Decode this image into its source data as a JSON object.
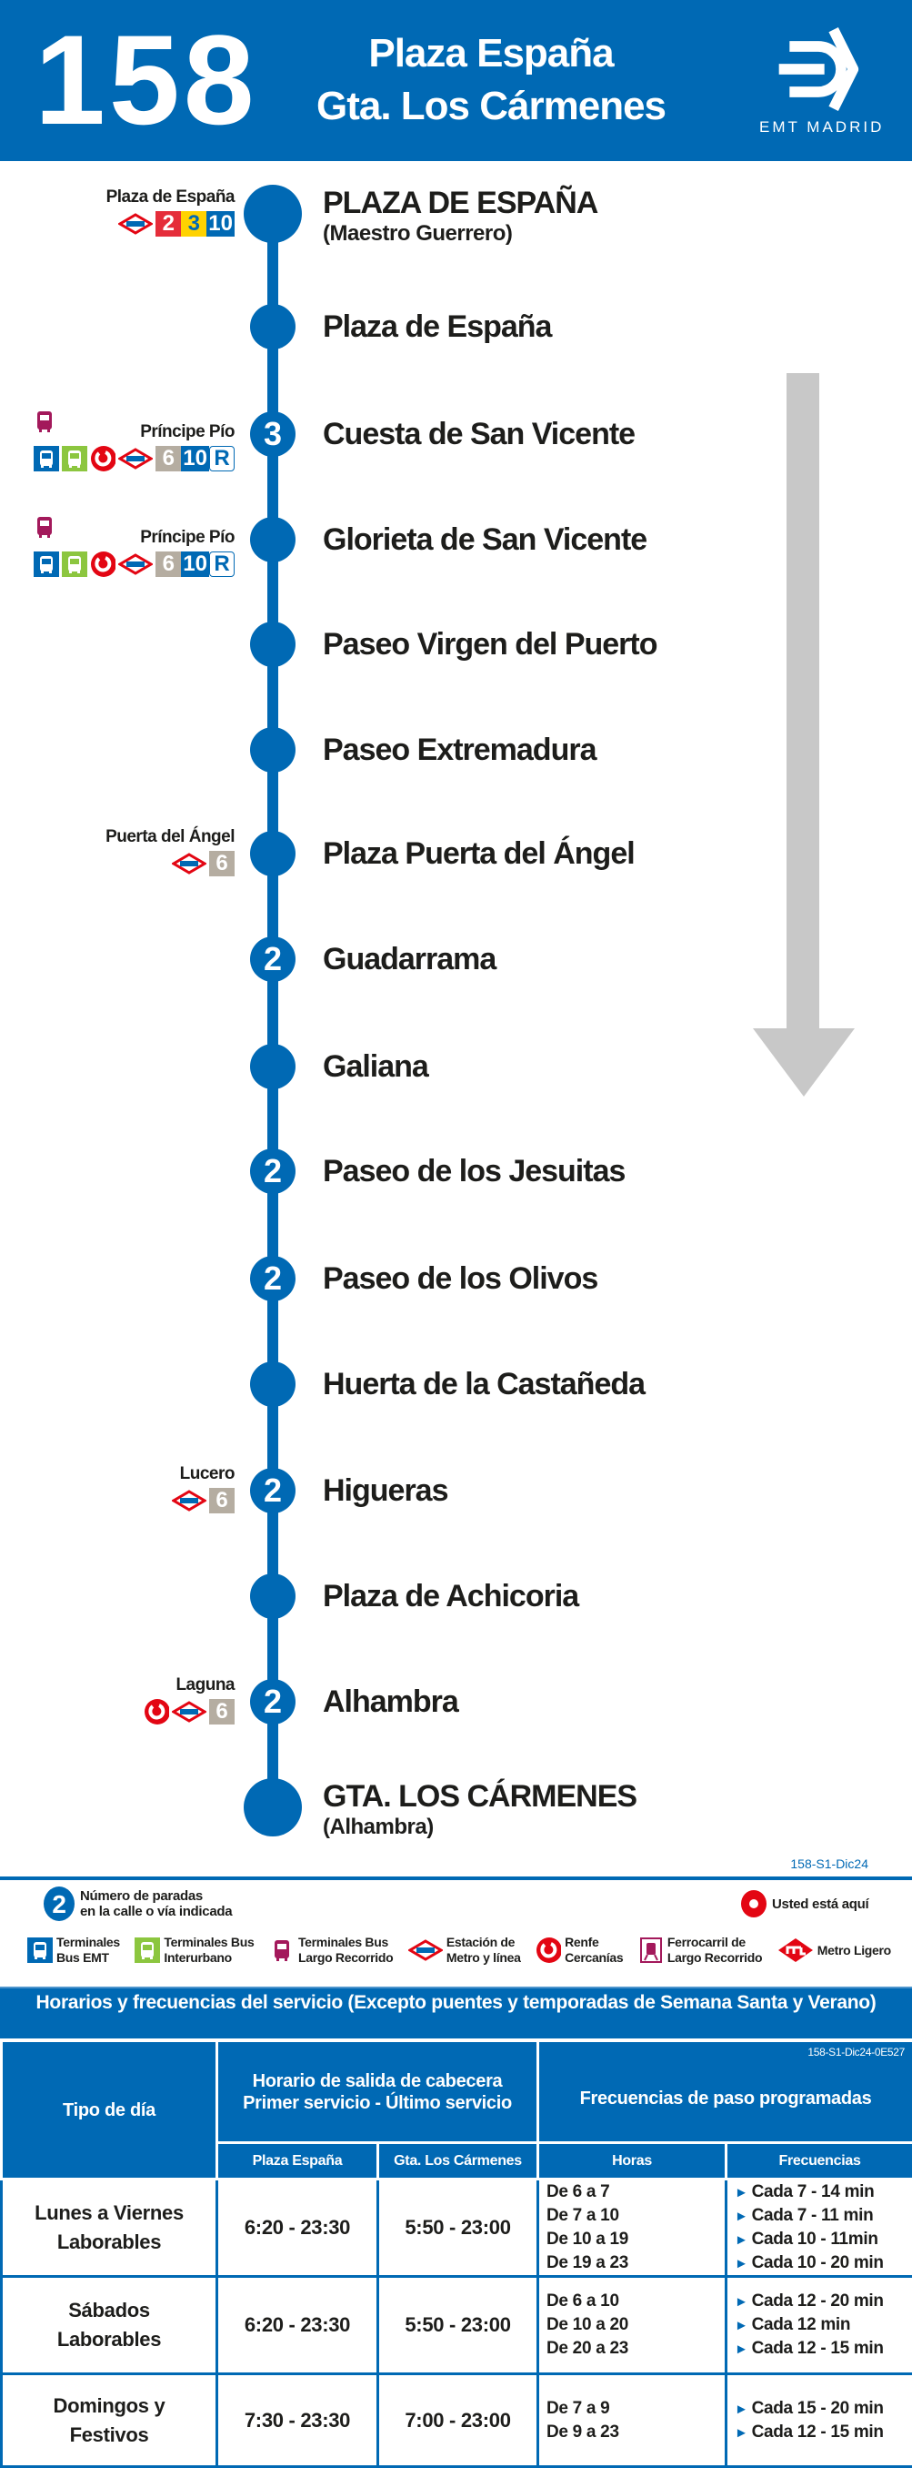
{
  "header": {
    "line_number": "158",
    "origin": "Plaza España",
    "destination": "Gta. Los Cármenes",
    "brand": "EMT MADRID"
  },
  "colors": {
    "brand": "#0069b4",
    "metro_2": "#e52d3a",
    "metro_3": "#ffd200",
    "metro_10": "#0069b4",
    "metro_6": "#b5ada1",
    "renfe": "#e30613",
    "bus_emt": "#0069b4",
    "bus_interurbano": "#8cc63f",
    "bus_largo": "#a3195b",
    "arrow": "#c8c8c8"
  },
  "stops": [
    {
      "name": "PLAZA DE ESPAÑA",
      "sub": "(Maestro Guerrero)",
      "terminal": true,
      "conn": {
        "label": "Plaza de España",
        "icons": [
          "metro-icon"
        ],
        "lines": [
          "2",
          "3",
          "10"
        ]
      }
    },
    {
      "name": "Plaza de España"
    },
    {
      "name": "Cuesta de San Vicente",
      "count": "3",
      "conn": {
        "label": "Príncipe Pío",
        "top": "bus-largo-icon",
        "icons": [
          "bus-emt-icon",
          "bus-interurbano-icon",
          "renfe-icon",
          "metro-icon"
        ],
        "lines": [
          "6",
          "10",
          "R"
        ]
      }
    },
    {
      "name": "Glorieta de San Vicente",
      "conn": {
        "label": "Príncipe Pío",
        "top": "bus-largo-icon",
        "icons": [
          "bus-emt-icon",
          "bus-interurbano-icon",
          "renfe-icon",
          "metro-icon"
        ],
        "lines": [
          "6",
          "10",
          "R"
        ]
      }
    },
    {
      "name": "Paseo Virgen del Puerto"
    },
    {
      "name": "Paseo Extremadura"
    },
    {
      "name": "Plaza Puerta del Ángel",
      "conn": {
        "label": "Puerta del Ángel",
        "icons": [
          "metro-icon"
        ],
        "lines": [
          "6"
        ]
      }
    },
    {
      "name": "Guadarrama",
      "count": "2"
    },
    {
      "name": "Galiana"
    },
    {
      "name": "Paseo de los Jesuitas",
      "count": "2"
    },
    {
      "name": "Paseo de los Olivos",
      "count": "2"
    },
    {
      "name": "Huerta de la Castañeda"
    },
    {
      "name": "Higueras",
      "count": "2",
      "conn": {
        "label": "Lucero",
        "icons": [
          "metro-icon"
        ],
        "lines": [
          "6"
        ]
      }
    },
    {
      "name": "Plaza de Achicoria"
    },
    {
      "name": "Alhambra",
      "count": "2",
      "conn": {
        "label": "Laguna",
        "icons": [
          "renfe-icon",
          "metro-icon"
        ],
        "lines": [
          "6"
        ]
      }
    },
    {
      "name": "GTA. LOS CÁRMENES",
      "sub": "(Alhambra)",
      "terminal": true
    }
  ],
  "code": "158-S1-Dic24",
  "legend": {
    "stops_count": {
      "number": "2",
      "text1": "Número de paradas",
      "text2": "en la calle o vía indicada"
    },
    "here": "Usted está aquí",
    "items": [
      {
        "icon": "bus-emt-icon",
        "t1": "Terminales",
        "t2": "Bus EMT"
      },
      {
        "icon": "bus-interurbano-icon",
        "t1": "Terminales Bus",
        "t2": "Interurbano"
      },
      {
        "icon": "bus-largo-icon",
        "t1": "Terminales Bus",
        "t2": "Largo Recorrido"
      },
      {
        "icon": "metro-icon",
        "t1": "Estación de",
        "t2": "Metro y línea"
      },
      {
        "icon": "renfe-icon",
        "t1": "Renfe",
        "t2": "Cercanías"
      },
      {
        "icon": "train-icon",
        "t1": "Ferrocarril de",
        "t2": "Largo Recorrido"
      },
      {
        "icon": "metro-ligero-icon",
        "t1": "Metro Ligero",
        "t2": ""
      }
    ]
  },
  "schedule": {
    "title": "Horarios y frecuencias del servicio (Excepto puentes y temporadas de Semana Santa y Verano)",
    "code": "158-S1-Dic24-0E527",
    "h_tipo": "Tipo de día",
    "h_horario1": "Horario de salida de cabecera",
    "h_horario2": "Primer servicio - Último servicio",
    "h_frec": "Frecuencias de paso programadas",
    "h_origin": "Plaza España",
    "h_dest": "Gta. Los Cármenes",
    "h_horas": "Horas",
    "h_frecuencias": "Frecuencias",
    "rows": [
      {
        "day1": "Lunes a Viernes",
        "day2": "Laborables",
        "origin": "6:20 - 23:30",
        "dest": "5:50 - 23:00",
        "horas": [
          "De 6 a 7",
          "De 7 a 10",
          "De 10 a 19",
          "De 19 a 23"
        ],
        "freq": [
          "Cada 7 - 14 min",
          "Cada 7 - 11 min",
          "Cada 10 - 11min",
          "Cada 10 - 20 min"
        ]
      },
      {
        "day1": "Sábados",
        "day2": "Laborables",
        "origin": "6:20 - 23:30",
        "dest": "5:50 - 23:00",
        "horas": [
          "De 6 a 10",
          "De 10 a 20",
          "De 20 a 23"
        ],
        "freq": [
          "Cada 12 - 20 min",
          "Cada 12 min",
          "Cada 12 - 15 min"
        ]
      },
      {
        "day1": "Domingos y",
        "day2": "Festivos",
        "origin": "7:30 - 23:30",
        "dest": "7:00 - 23:00",
        "horas": [
          "De 7 a 9",
          "De 9 a 23"
        ],
        "freq": [
          "Cada 15 - 20 min",
          "Cada 12 - 15 min"
        ]
      }
    ]
  }
}
